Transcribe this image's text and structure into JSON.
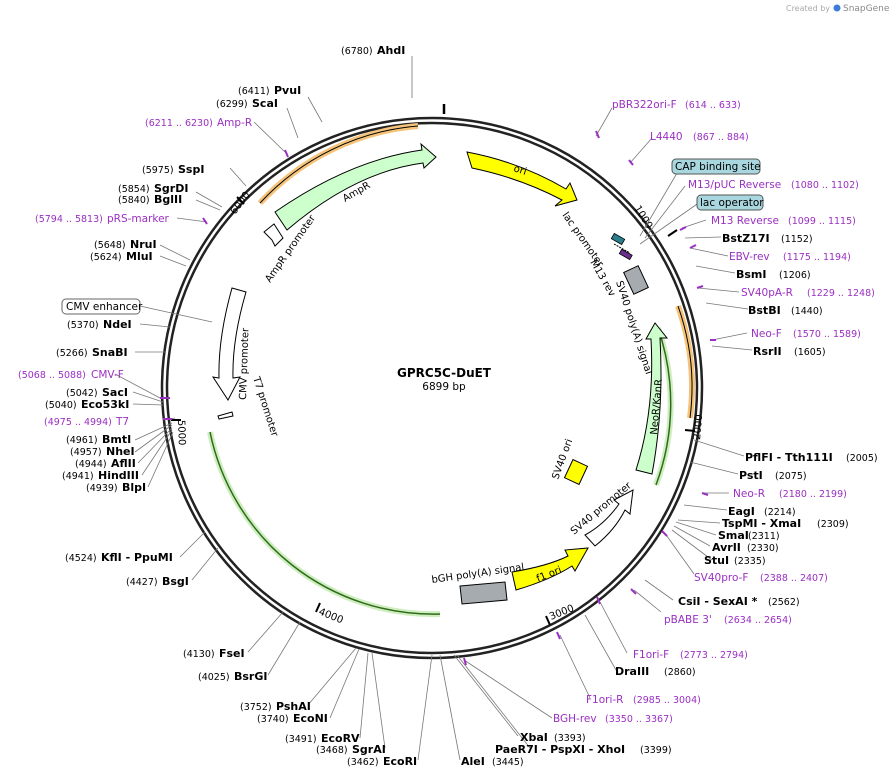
{
  "watermark": "Created by",
  "brand": "SnapGene",
  "plasmid": {
    "name": "GPRC5C-DuET",
    "length_label": "6899 bp",
    "length": 6899
  },
  "ticks": [
    "1000",
    "2000",
    "3000",
    "4000",
    "5000",
    "6000"
  ],
  "sites": [
    {
      "pos": "(6780)",
      "name": "AhdI",
      "color": "black"
    },
    {
      "pos": "(6411)",
      "name": "PvuI",
      "color": "black"
    },
    {
      "pos": "(6299)",
      "name": "ScaI",
      "color": "black"
    },
    {
      "pos": "(6211 .. 6230)",
      "name": "Amp-R",
      "color": "purple"
    },
    {
      "pos": "(5975)",
      "name": "SspI",
      "color": "black"
    },
    {
      "pos": "(5854)",
      "name": "SgrDI",
      "color": "black"
    },
    {
      "pos": "(5840)",
      "name": "BglII",
      "color": "black"
    },
    {
      "pos": "(5794 .. 5813)",
      "name": "pRS-marker",
      "color": "purple"
    },
    {
      "pos": "(5648)",
      "name": "NruI",
      "color": "black"
    },
    {
      "pos": "(5624)",
      "name": "MluI",
      "color": "black"
    },
    {
      "pos": "(5370)",
      "name": "NdeI",
      "color": "black"
    },
    {
      "pos": "(5266)",
      "name": "SnaBI",
      "color": "black"
    },
    {
      "pos": "(5068 .. 5088)",
      "name": "CMV-F",
      "color": "purple"
    },
    {
      "pos": "(5042)",
      "name": "SacI",
      "color": "black"
    },
    {
      "pos": "(5040)",
      "name": "Eco53kI",
      "color": "black"
    },
    {
      "pos": "(4975 .. 4994)",
      "name": "T7",
      "color": "purple"
    },
    {
      "pos": "(4961)",
      "name": "BmtI",
      "color": "black"
    },
    {
      "pos": "(4957)",
      "name": "NheI",
      "color": "black"
    },
    {
      "pos": "(4944)",
      "name": "AflII",
      "color": "black"
    },
    {
      "pos": "(4941)",
      "name": "HindIII",
      "color": "black"
    },
    {
      "pos": "(4939)",
      "name": "BlpI",
      "color": "black"
    },
    {
      "pos": "(4524)",
      "name": "KflI  - PpuMI",
      "color": "black"
    },
    {
      "pos": "(4427)",
      "name": "BsgI",
      "color": "black"
    },
    {
      "pos": "(4130)",
      "name": "FseI",
      "color": "black"
    },
    {
      "pos": "(4025)",
      "name": "BsrGI",
      "color": "black"
    },
    {
      "pos": "(3752)",
      "name": "PshAI",
      "color": "black"
    },
    {
      "pos": "(3740)",
      "name": "EcoNI",
      "color": "black"
    },
    {
      "pos": "(3491)",
      "name": "EcoRV",
      "color": "black"
    },
    {
      "pos": "(3468)",
      "name": "SgrAI",
      "color": "black"
    },
    {
      "pos": "(3462)",
      "name": "EcoRI",
      "color": "black"
    },
    {
      "pos": "(3445)",
      "name": "AleI",
      "color": "black"
    },
    {
      "pos": "(3393)",
      "name": "XbaI",
      "color": "black"
    },
    {
      "pos": "(3399)",
      "name": "PaeR7I  - PspXI  - XhoI",
      "color": "black"
    },
    {
      "pos": "(3350 .. 3367)",
      "name": "BGH-rev",
      "color": "purple"
    },
    {
      "pos": "(2985 .. 3004)",
      "name": "F1ori-R",
      "color": "purple"
    },
    {
      "pos": "(2860)",
      "name": "DraIII",
      "color": "black"
    },
    {
      "pos": "(2773 .. 2794)",
      "name": "F1ori-F",
      "color": "purple"
    },
    {
      "pos": "(2634 .. 2654)",
      "name": "pBABE 3'",
      "color": "purple"
    },
    {
      "pos": "(2562)",
      "name": "CsiI  - SexAI *",
      "color": "black"
    },
    {
      "pos": "(2388 .. 2407)",
      "name": "SV40pro-F",
      "color": "purple"
    },
    {
      "pos": "(2335)",
      "name": "StuI",
      "color": "black"
    },
    {
      "pos": "(2330)",
      "name": "AvrII",
      "color": "black"
    },
    {
      "pos": "(2311)",
      "name": "SmaI",
      "color": "black"
    },
    {
      "pos": "(2309)",
      "name": "TspMI  - XmaI",
      "color": "black"
    },
    {
      "pos": "(2214)",
      "name": "EagI",
      "color": "black"
    },
    {
      "pos": "(2180 .. 2199)",
      "name": "Neo-R",
      "color": "purple"
    },
    {
      "pos": "(2075)",
      "name": "PstI",
      "color": "black"
    },
    {
      "pos": "(2005)",
      "name": "PflFI  - Tth111I",
      "color": "black"
    },
    {
      "pos": "(1605)",
      "name": "RsrII",
      "color": "black"
    },
    {
      "pos": "(1570 .. 1589)",
      "name": "Neo-F",
      "color": "purple"
    },
    {
      "pos": "(1440)",
      "name": "BstBI",
      "color": "black"
    },
    {
      "pos": "(1229 .. 1248)",
      "name": "SV40pA-R",
      "color": "purple"
    },
    {
      "pos": "(1206)",
      "name": "BsmI",
      "color": "black"
    },
    {
      "pos": "(1175 .. 1194)",
      "name": "EBV-rev",
      "color": "purple"
    },
    {
      "pos": "(1152)",
      "name": "BstZ17I",
      "color": "black"
    },
    {
      "pos": "(1099 .. 1115)",
      "name": "M13 Reverse",
      "color": "purple"
    },
    {
      "pos": "(1080 .. 1102)",
      "name": "M13/pUC Reverse",
      "color": "purple"
    },
    {
      "pos": "(867 .. 884)",
      "name": "L4440",
      "color": "purple"
    },
    {
      "pos": "(614 .. 633)",
      "name": "pBR322ori-F",
      "color": "purple"
    }
  ],
  "features": [
    {
      "name": "ori",
      "color": "#ffff00"
    },
    {
      "name": "AmpR",
      "color": "#ccffcc"
    },
    {
      "name": "AmpR promoter",
      "color": "#ffffff"
    },
    {
      "name": "CMV promoter",
      "color": "#ffffff"
    },
    {
      "name": "T7 promoter",
      "color": "#ffffff"
    },
    {
      "name": "lac promoter",
      "color": "#ffffff"
    },
    {
      "name": "M13 rev",
      "color": "#ffffff"
    },
    {
      "name": "SV40 poly(A) signal",
      "color": "#999999"
    },
    {
      "name": "NeoR/KanR",
      "color": "#ccffcc"
    },
    {
      "name": "SV40 ori",
      "color": "#ffff00"
    },
    {
      "name": "SV40 promoter",
      "color": "#ffffff"
    },
    {
      "name": "f1 ori",
      "color": "#ffff00"
    },
    {
      "name": "bGH poly(A) signal",
      "color": "#999999"
    }
  ],
  "boxes": [
    {
      "name": "CMV enhancer",
      "style": "white"
    },
    {
      "name": "CAP binding site",
      "style": "teal"
    },
    {
      "name": "lac operator",
      "style": "teal"
    }
  ]
}
